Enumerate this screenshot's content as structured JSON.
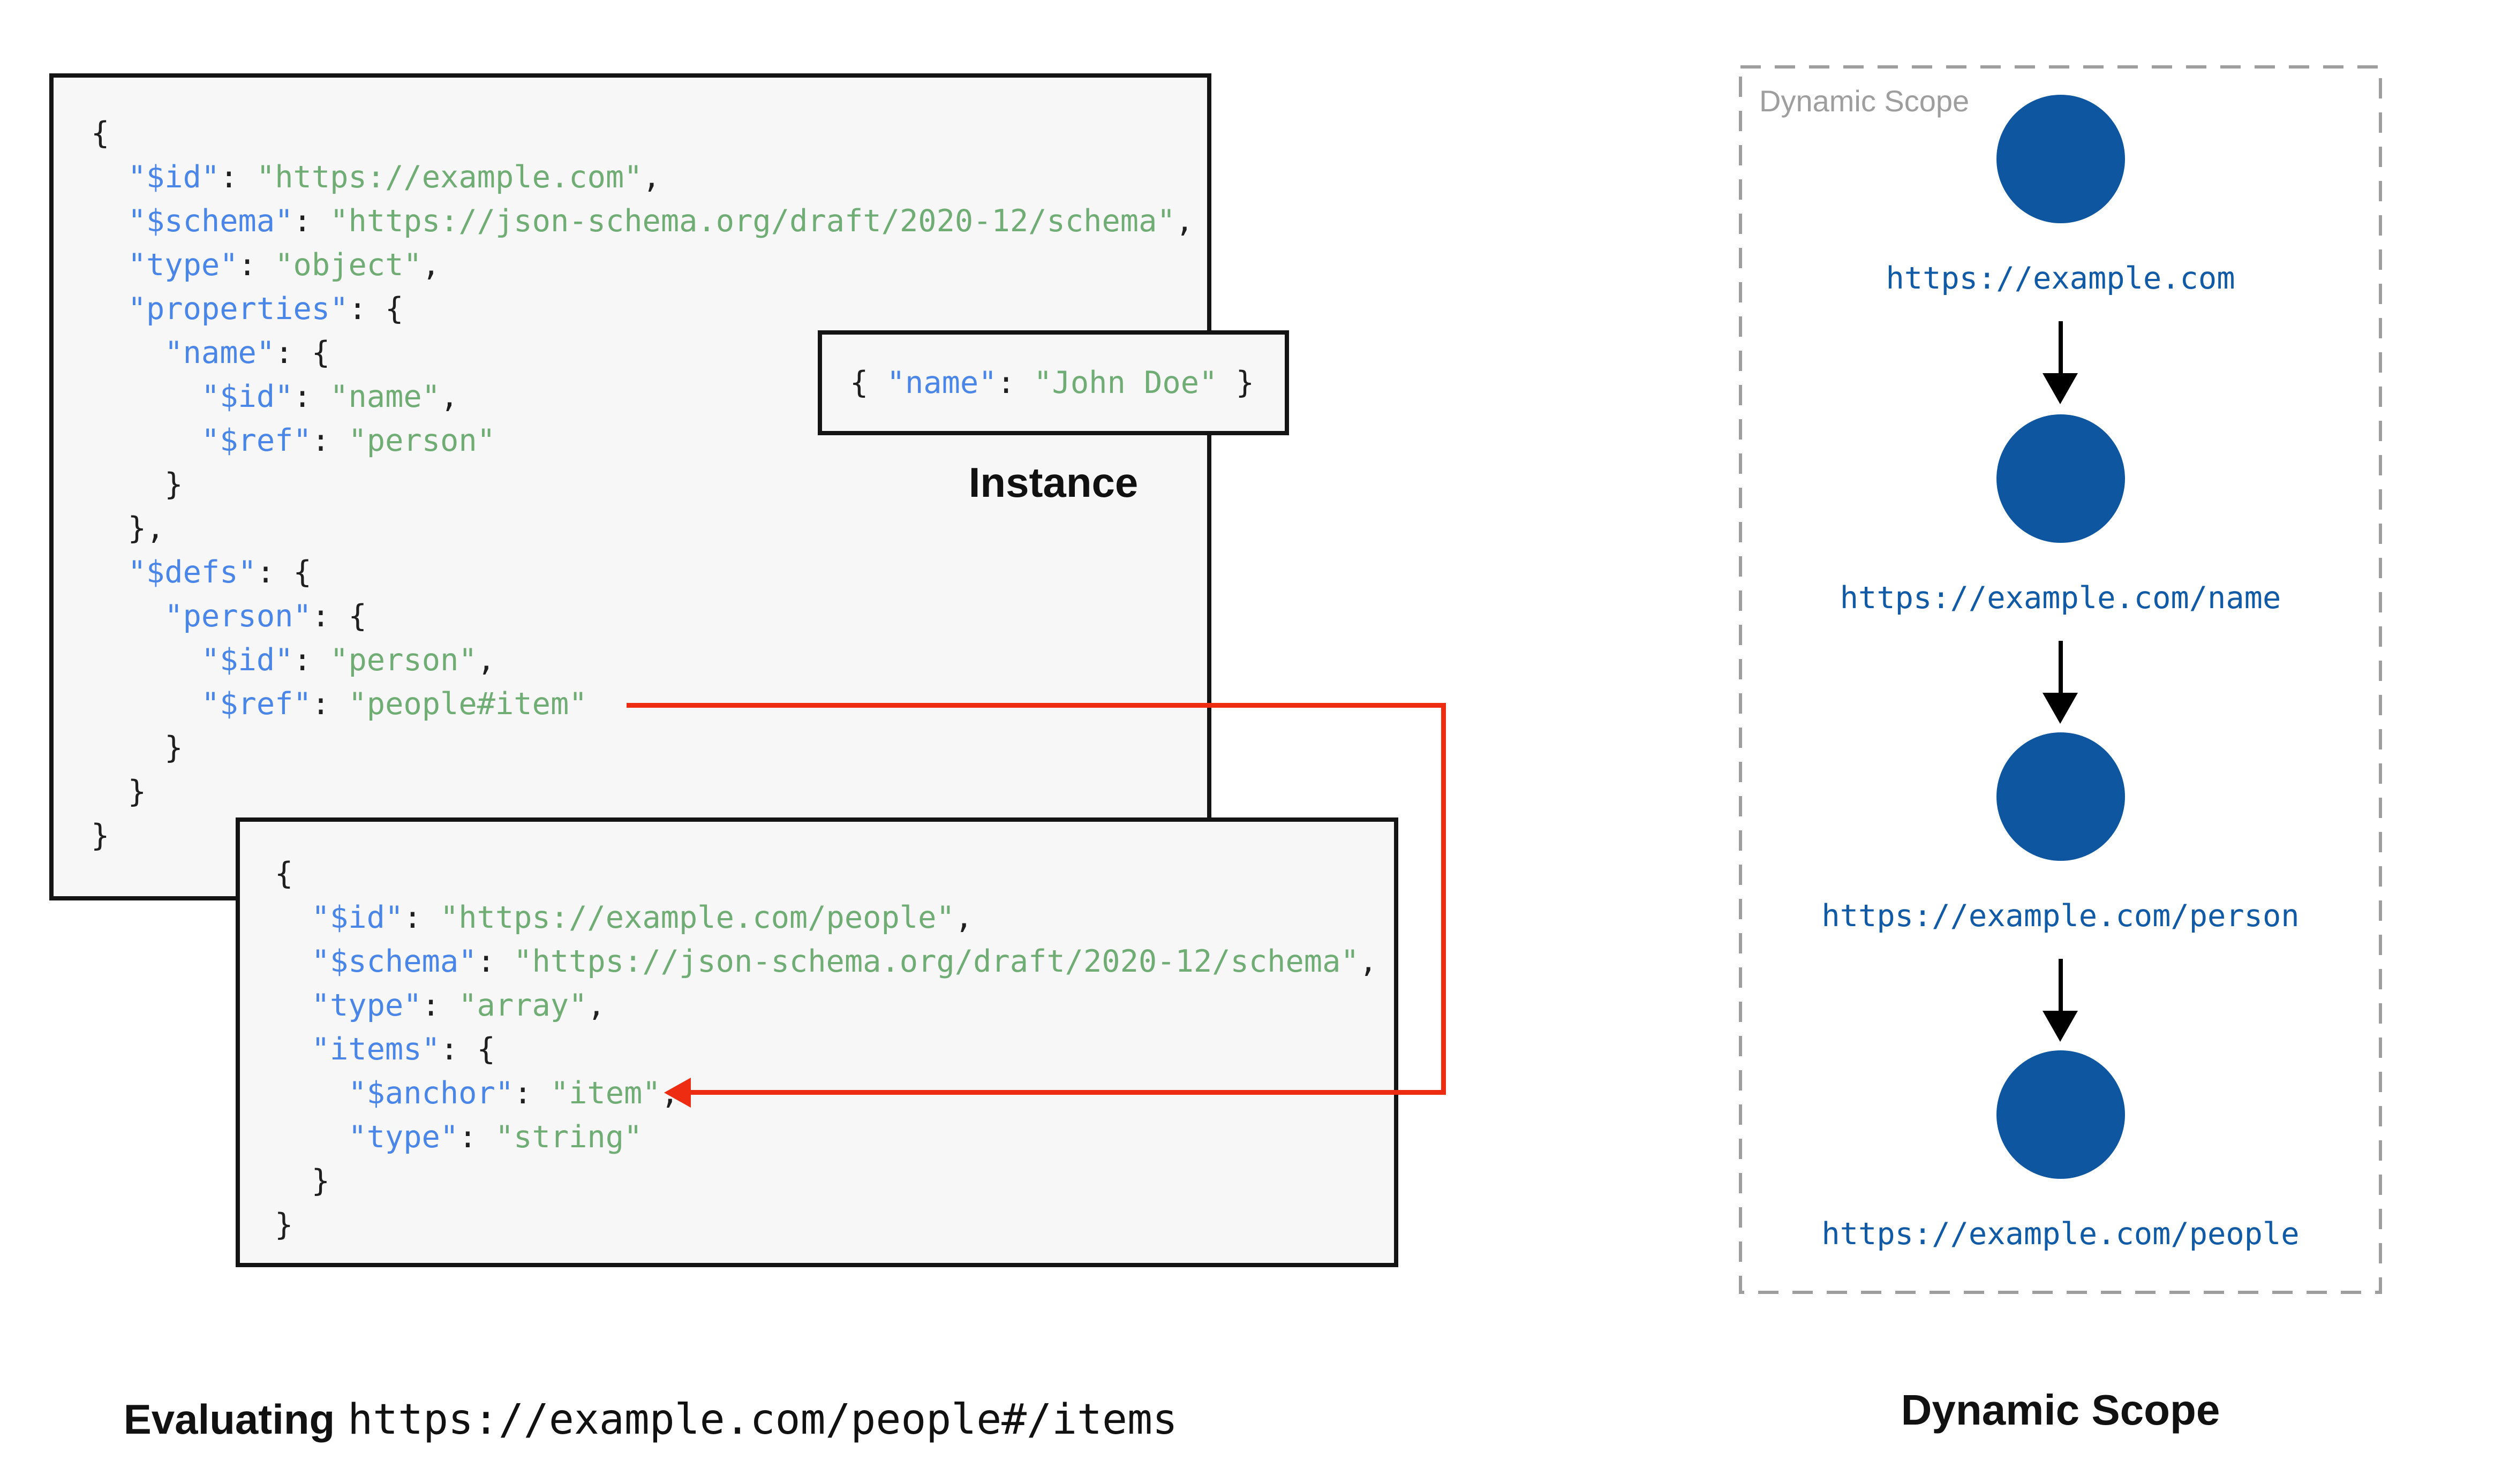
{
  "colors": {
    "code_key": "#4a86e8",
    "code_string": "#70ad74",
    "code_punct": "#1f1f1f",
    "code_background": "#f7f7f8",
    "box_border": "#141414",
    "ref_arrow_red": "#ee2c12",
    "scope_circle_blue": "#0e569f",
    "scope_url_blue": "#115aa5",
    "panel_dash_gray": "#9e9e9e"
  },
  "schema_root": {
    "lines": [
      [
        [
          "p",
          "{"
        ]
      ],
      [
        [
          "p",
          "  "
        ],
        [
          "k",
          "\"$id\""
        ],
        [
          "p",
          ": "
        ],
        [
          "s",
          "\"https://example.com\""
        ],
        [
          "p",
          ","
        ]
      ],
      [
        [
          "p",
          "  "
        ],
        [
          "k",
          "\"$schema\""
        ],
        [
          "p",
          ": "
        ],
        [
          "s",
          "\"https://json-schema.org/draft/2020-12/schema\""
        ],
        [
          "p",
          ","
        ]
      ],
      [
        [
          "p",
          "  "
        ],
        [
          "k",
          "\"type\""
        ],
        [
          "p",
          ": "
        ],
        [
          "s",
          "\"object\""
        ],
        [
          "p",
          ","
        ]
      ],
      [
        [
          "p",
          "  "
        ],
        [
          "k",
          "\"properties\""
        ],
        [
          "p",
          ": {"
        ]
      ],
      [
        [
          "p",
          "    "
        ],
        [
          "k",
          "\"name\""
        ],
        [
          "p",
          ": {"
        ]
      ],
      [
        [
          "p",
          "      "
        ],
        [
          "k",
          "\"$id\""
        ],
        [
          "p",
          ": "
        ],
        [
          "s",
          "\"name\""
        ],
        [
          "p",
          ","
        ]
      ],
      [
        [
          "p",
          "      "
        ],
        [
          "k",
          "\"$ref\""
        ],
        [
          "p",
          ": "
        ],
        [
          "s",
          "\"person\""
        ]
      ],
      [
        [
          "p",
          "    }"
        ]
      ],
      [
        [
          "p",
          "  },"
        ]
      ],
      [
        [
          "p",
          "  "
        ],
        [
          "k",
          "\"$defs\""
        ],
        [
          "p",
          ": {"
        ]
      ],
      [
        [
          "p",
          "    "
        ],
        [
          "k",
          "\"person\""
        ],
        [
          "p",
          ": {"
        ]
      ],
      [
        [
          "p",
          "      "
        ],
        [
          "k",
          "\"$id\""
        ],
        [
          "p",
          ": "
        ],
        [
          "s",
          "\"person\""
        ],
        [
          "p",
          ","
        ]
      ],
      [
        [
          "p",
          "      "
        ],
        [
          "k",
          "\"$ref\""
        ],
        [
          "p",
          ": "
        ],
        [
          "s",
          "\"people#item\""
        ]
      ],
      [
        [
          "p",
          "    }"
        ]
      ],
      [
        [
          "p",
          "  }"
        ]
      ],
      [
        [
          "p",
          "}"
        ]
      ]
    ]
  },
  "schema_people": {
    "lines": [
      [
        [
          "p",
          "{"
        ]
      ],
      [
        [
          "p",
          "  "
        ],
        [
          "k",
          "\"$id\""
        ],
        [
          "p",
          ": "
        ],
        [
          "s",
          "\"https://example.com/people\""
        ],
        [
          "p",
          ","
        ]
      ],
      [
        [
          "p",
          "  "
        ],
        [
          "k",
          "\"$schema\""
        ],
        [
          "p",
          ": "
        ],
        [
          "s",
          "\"https://json-schema.org/draft/2020-12/schema\""
        ],
        [
          "p",
          ","
        ]
      ],
      [
        [
          "p",
          "  "
        ],
        [
          "k",
          "\"type\""
        ],
        [
          "p",
          ": "
        ],
        [
          "s",
          "\"array\""
        ],
        [
          "p",
          ","
        ]
      ],
      [
        [
          "p",
          "  "
        ],
        [
          "k",
          "\"items\""
        ],
        [
          "p",
          ": {"
        ]
      ],
      [
        [
          "p",
          "    "
        ],
        [
          "k",
          "\"$anchor\""
        ],
        [
          "p",
          ": "
        ],
        [
          "s",
          "\"item\""
        ],
        [
          "p",
          ","
        ]
      ],
      [
        [
          "p",
          "    "
        ],
        [
          "k",
          "\"type\""
        ],
        [
          "p",
          ": "
        ],
        [
          "s",
          "\"string\""
        ]
      ],
      [
        [
          "p",
          "  }"
        ]
      ],
      [
        [
          "p",
          "}"
        ]
      ]
    ]
  },
  "instance": {
    "label": "Instance",
    "line": [
      [
        "p",
        "{ "
      ],
      [
        "k",
        "\"name\""
      ],
      [
        "p",
        ": "
      ],
      [
        "s",
        "\"John Doe\""
      ],
      [
        "p",
        " }"
      ]
    ]
  },
  "dynamic_scope": {
    "title": "Dynamic Scope",
    "nodes": [
      {
        "url": "https://example.com"
      },
      {
        "url": "https://example.com/name"
      },
      {
        "url": "https://example.com/person"
      },
      {
        "url": "https://example.com/people"
      }
    ]
  },
  "footer": {
    "evaluating_label": "Evaluating",
    "evaluating_uri": "https://example.com/people#/items",
    "scope_title": "Dynamic Scope"
  }
}
